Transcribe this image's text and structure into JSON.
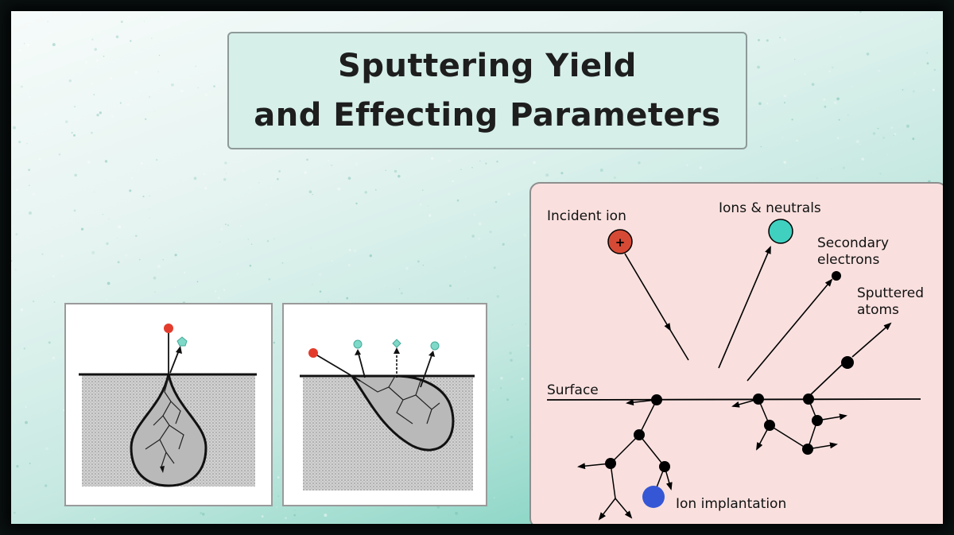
{
  "title": {
    "line1": "Sputtering Yield",
    "line2": "and Effecting Parameters"
  },
  "diagram": {
    "labels": {
      "incident_ion": "Incident ion",
      "ion_charge": "+",
      "ions_neutrals": "Ions & neutrals",
      "secondary_line1": "Secondary",
      "secondary_line2": "electrons",
      "sputtered_line1": "Sputtered",
      "sputtered_line2": "atoms",
      "surface": "Surface",
      "ion_implantation": "Ion implantation"
    },
    "colors": {
      "incident_ion": "#d64a35",
      "ions_neutrals": "#3fd0c0",
      "implanted_ion": "#3557d6",
      "atom": "#000000",
      "panel_bg": "#f9e0de"
    }
  },
  "colors": {
    "title_bg": "#d6efe9",
    "frame": "#0c1414"
  }
}
